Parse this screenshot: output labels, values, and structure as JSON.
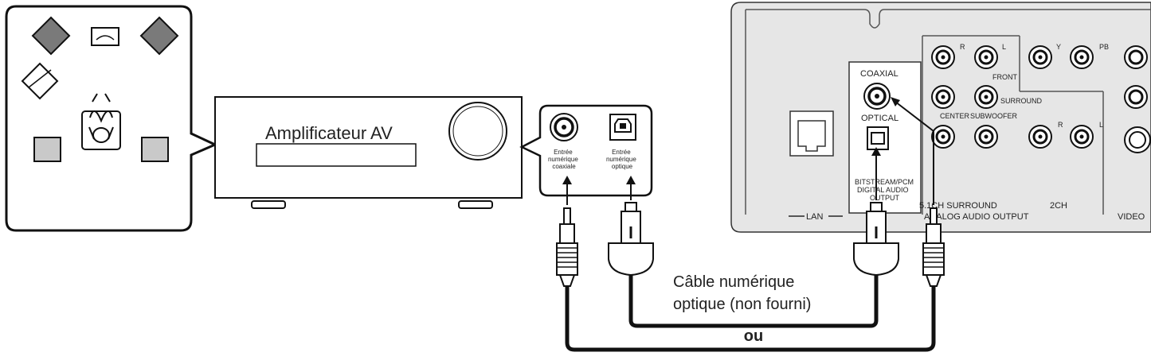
{
  "amplifier": {
    "label": "Amplificateur AV"
  },
  "amp_inputs": {
    "coaxial": [
      "Entrée",
      "numérique",
      "coaxiale"
    ],
    "optical": [
      "Entrée",
      "numérique",
      "optique"
    ]
  },
  "cable_label": [
    "Câble numérique",
    "optique (non fourni)"
  ],
  "or_label": "ou",
  "player_panel": {
    "coaxial": "COAXIAL",
    "optical": "OPTICAL",
    "bitstream": "BITSTREAM/PCM",
    "digital_audio": "DIGITAL AUDIO",
    "output": "OUTPUT",
    "lan": "LAN",
    "ch51_surround": "5.1CH SURROUND",
    "analog_audio_output": "ANALOG AUDIO OUTPUT",
    "front": "FRONT",
    "surround": "SURROUND",
    "center": "CENTER",
    "subwoofer": "SUBWOOFER",
    "ch2": "2CH",
    "r1": "R",
    "l1": "L",
    "r2": "R",
    "l2": "L",
    "y": "Y",
    "pb": "PB",
    "video": "VIDEO"
  }
}
